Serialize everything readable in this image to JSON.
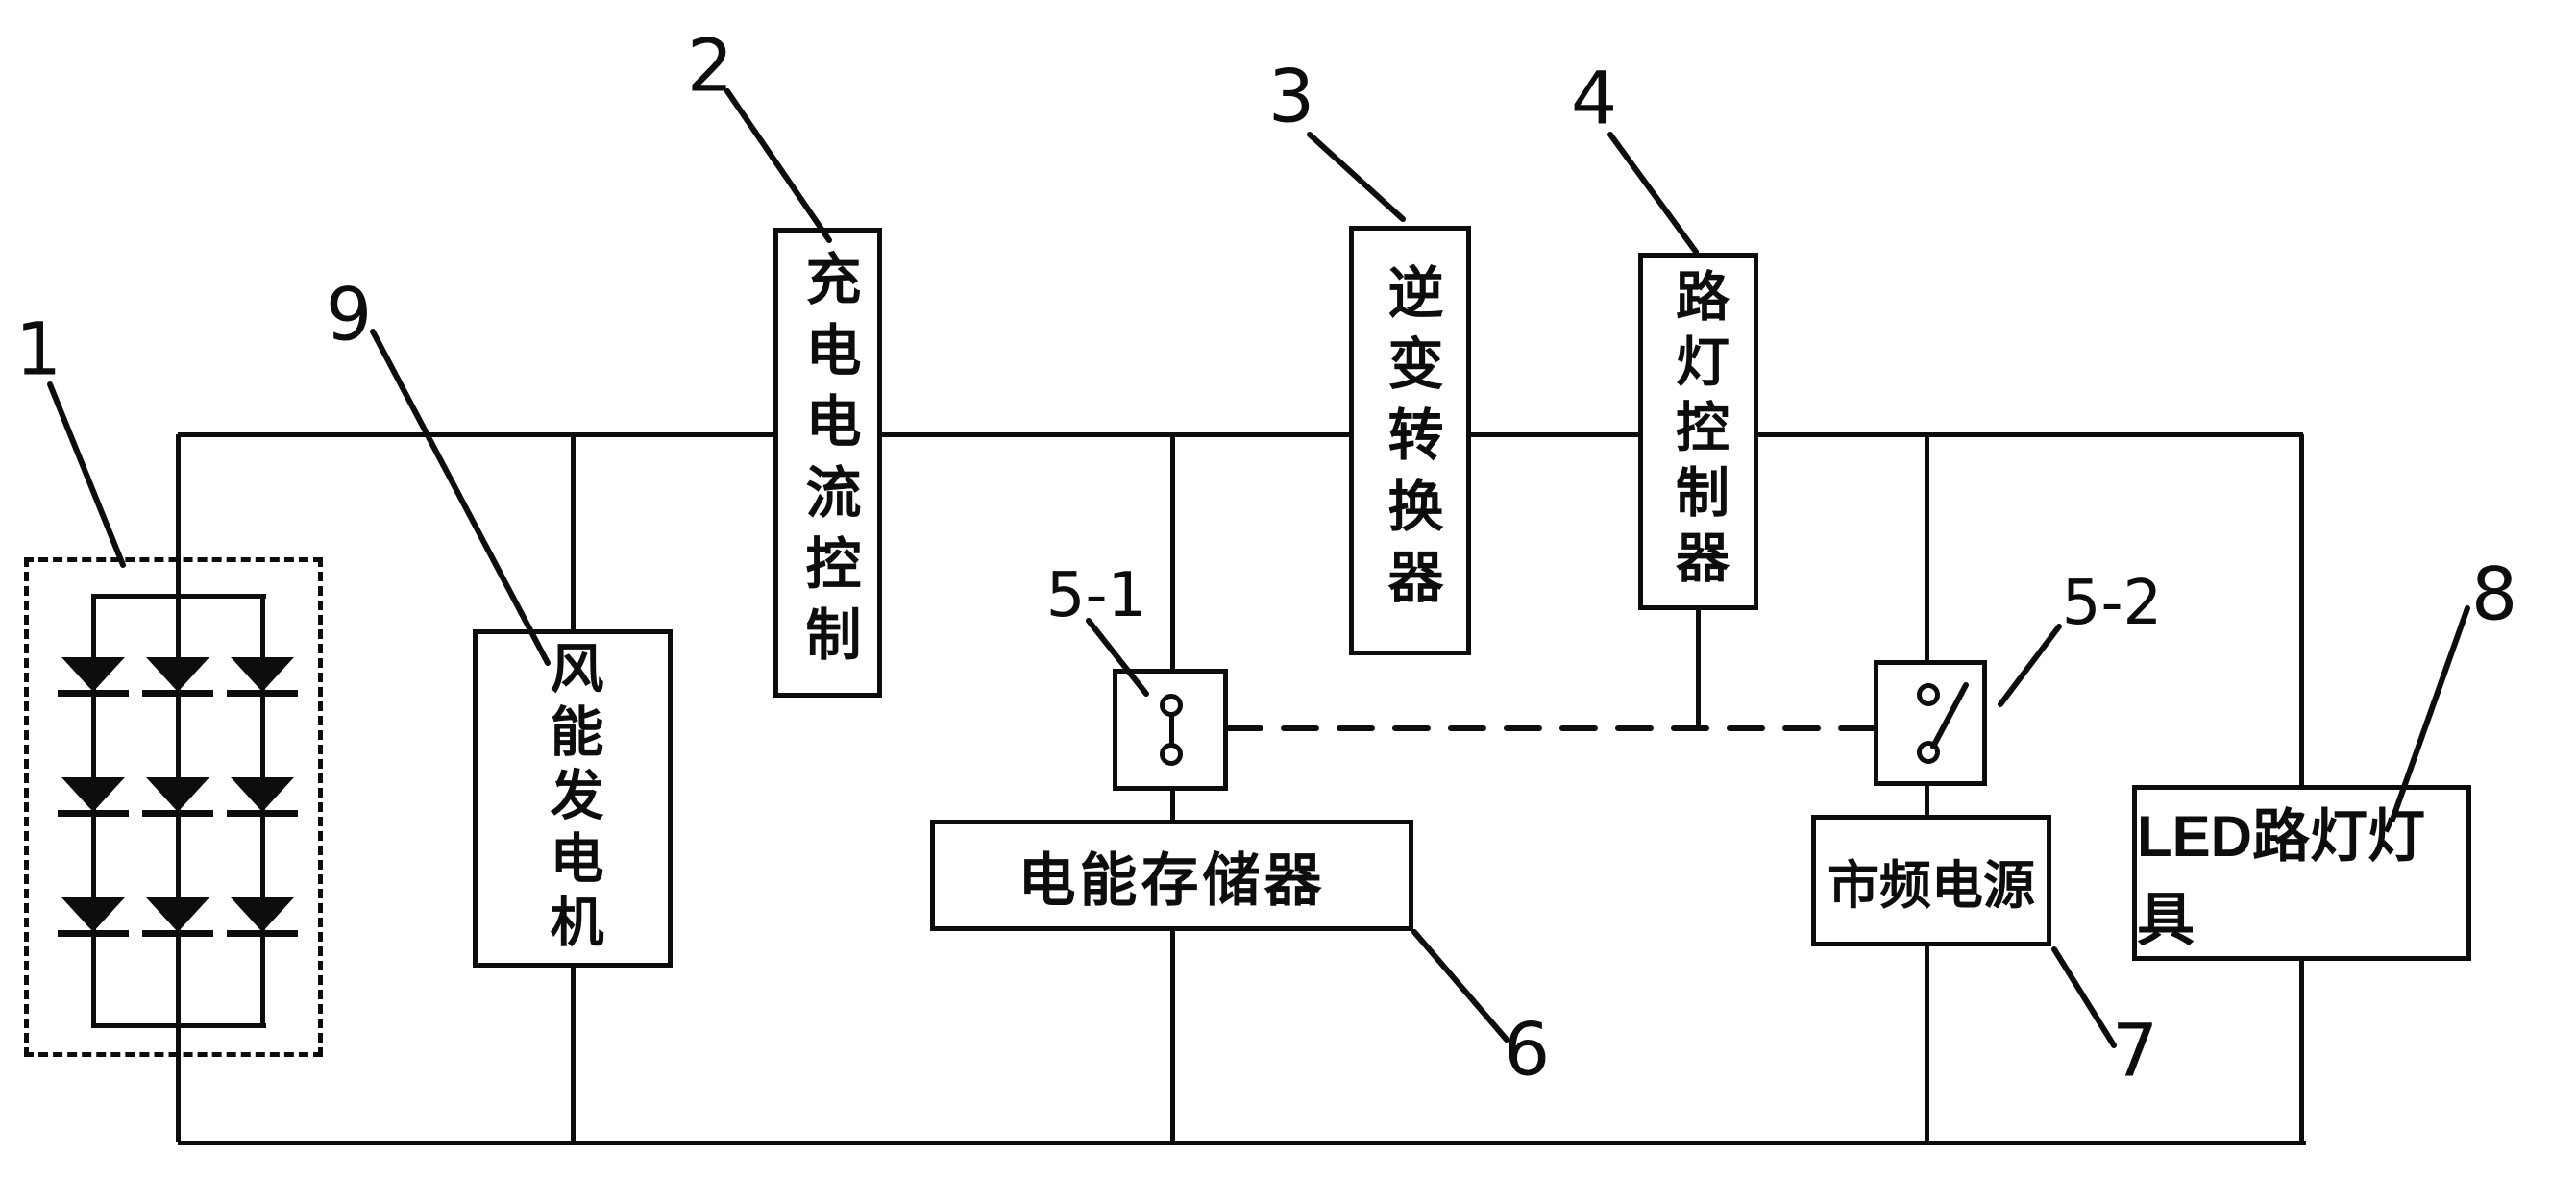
{
  "figure": {
    "background_color": "#ffffff",
    "ink_color": "#0d0d0d"
  },
  "blocks": {
    "solar_panel_array": {
      "ref": "1",
      "label": ""
    },
    "charging_current_control": {
      "ref": "2",
      "label": "充电电流控制"
    },
    "inverter_converter": {
      "ref": "3",
      "label": "逆变转换器"
    },
    "street_lamp_controller": {
      "ref": "4",
      "label": "路灯控制器"
    },
    "switch_1": {
      "ref": "5-1",
      "label": ""
    },
    "switch_2": {
      "ref": "5-2",
      "label": ""
    },
    "energy_storage": {
      "ref": "6",
      "label": "电能存储器"
    },
    "mains_frequency_power": {
      "ref": "7",
      "label": "市频电源"
    },
    "led_street_lamp": {
      "ref": "8",
      "label": "LED路灯灯具"
    },
    "wind_generator": {
      "ref": "9",
      "label": "风能发电机"
    }
  }
}
